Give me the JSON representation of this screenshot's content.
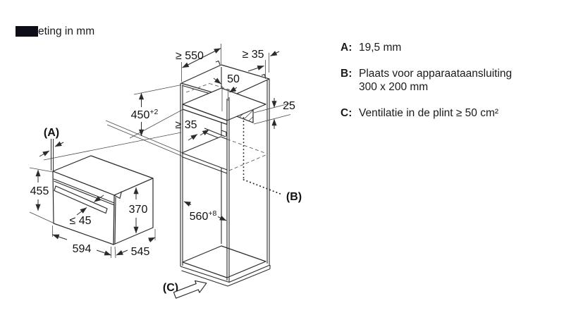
{
  "title": {
    "text": "eting in mm"
  },
  "legend": {
    "items": [
      {
        "key": "A:",
        "text": "19,5 mm",
        "text2": ""
      },
      {
        "key": "B:",
        "text": "Plaats voor apparaataansluiting",
        "text2": "300 x 200 mm"
      },
      {
        "key": "C:",
        "text": "Ventilatie in de plint ≥ 50 cm²",
        "text2": ""
      }
    ]
  },
  "diagram": {
    "oven": {
      "label_a": "(A)",
      "dim_height": "455",
      "dim_handle": "≤ 45",
      "dim_width": "594",
      "dim_depth": "545",
      "dim_body_height": "370"
    },
    "cabinet": {
      "dim_depth": "≥ 550",
      "dim_back_gap": "≥ 35",
      "dim_conn_offset": "50",
      "dim_conn_height": "25",
      "dim_niche_height": {
        "base": "450",
        "sup": "+2"
      },
      "dim_shelf_gap": "≥ 35",
      "dim_niche_width": {
        "base": "560",
        "sup": "+8"
      },
      "label_b": "(B)",
      "label_c": "(C)"
    }
  },
  "colors": {
    "line": "#2b2b2b",
    "text": "#111111",
    "redaction": "#0d0d17",
    "background": "#ffffff"
  }
}
